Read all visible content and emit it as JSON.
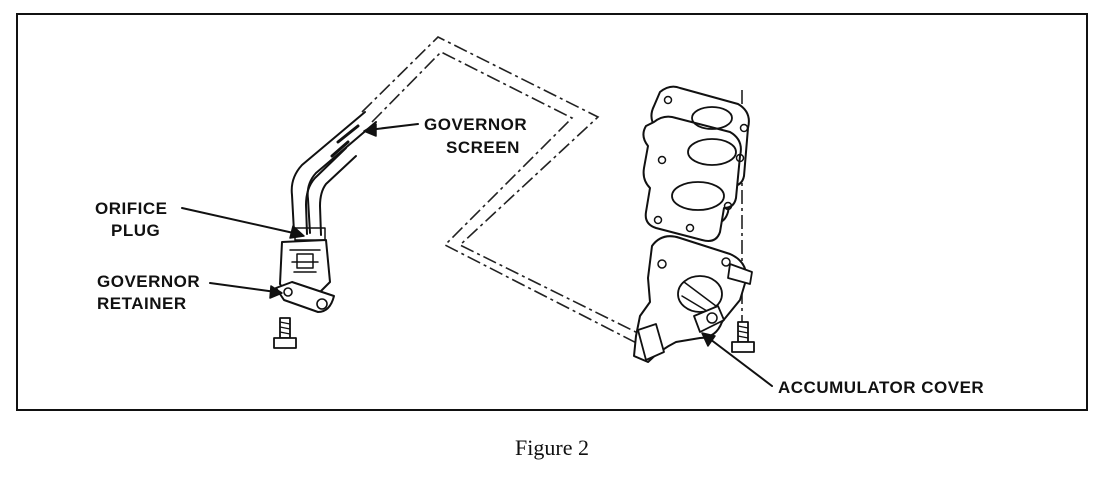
{
  "figure": {
    "caption": "Figure 2",
    "labels": {
      "governor_screen_line1": "GOVERNOR",
      "governor_screen_line2": "SCREEN",
      "orifice_plug_line1": "ORIFICE",
      "orifice_plug_line2": "PLUG",
      "governor_retainer_line1": "GOVERNOR",
      "governor_retainer_line2": "RETAINER",
      "accumulator_cover": "ACCUMULATOR COVER"
    }
  }
}
